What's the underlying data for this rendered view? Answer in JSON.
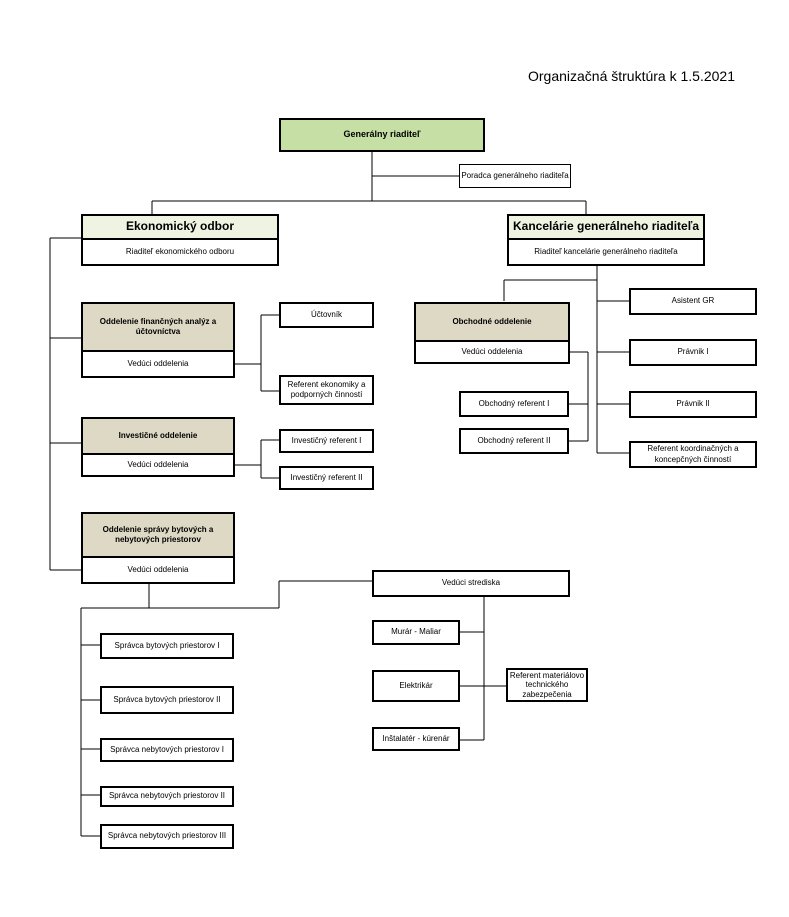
{
  "title": "Organizačná štruktúra k 1.5.2021",
  "colors": {
    "director_fill": "#c6dfa4",
    "division_fill": "#eef3e2",
    "department_fill": "#ddd9c5",
    "line": "#000000"
  },
  "boxes": {
    "director": "Generálny riaditeľ",
    "advisor": "Poradca generálneho riaditeľa",
    "econ_title": "Ekonomický odbor",
    "econ_head": "Riaditeľ ekonomického odboru",
    "office_title": "Kancelárie generálneho riaditeľa",
    "office_head": "Riaditeľ kancelárie generálneho riaditeľa",
    "fin_title": "Oddelenie finančných analýz a účtovníctva",
    "fin_head": "Vedúci oddelenia",
    "accountant": "Účtovník",
    "econ_ref": "Referent ekonomiky a podporných činností",
    "inv_title": "Investičné oddelenie",
    "inv_head": "Vedúci oddelenia",
    "inv_ref1": "Investičný referent I",
    "inv_ref2": "Investičný referent  II",
    "housing_title": "Oddelenie správy bytových a nebytových priestorov",
    "housing_head": "Vedúci oddelenia",
    "com_title": "Obchodné oddelenie",
    "com_head": "Vedúci oddelenia",
    "com_ref1": "Obchodný referent I",
    "com_ref2": "Obchodný referent II",
    "assistant": "Asistent GR",
    "lawyer1": "Právnik I",
    "lawyer2": "Právnik II",
    "coord_ref": "Referent koordinačných a koncepčných činností",
    "center_head": "Vedúci strediska",
    "mason": "Murár - Maliar",
    "electrician": "Elektrikár",
    "plumber": "Inštalatér - kúrenár",
    "material_ref": "Referent materiálovo technického zabezpečenia",
    "adm1": "Správca bytových priestorov I",
    "adm2": "Správca bytových priestorov II",
    "adm3": "Správca nebytových priestorov I",
    "adm4": "Správca nebytových priestorov II",
    "adm5": "Správca nebytových priestorov III"
  }
}
